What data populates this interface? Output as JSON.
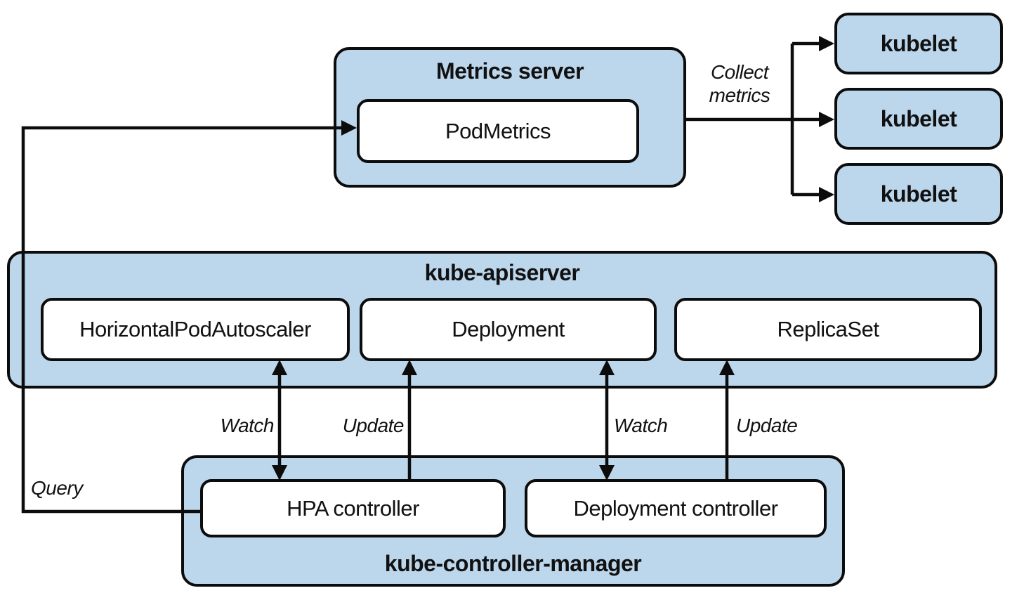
{
  "colors": {
    "box_fill": "#bcd6ec",
    "node_fill": "#ffffff",
    "border": "#0c0c0c",
    "text": "#111111",
    "background": "#ffffff"
  },
  "metrics_server": {
    "title": "Metrics server",
    "node": "PodMetrics"
  },
  "kubelets": [
    "kubelet",
    "kubelet",
    "kubelet"
  ],
  "kube_apiserver": {
    "title": "kube-apiserver",
    "resources": [
      "HorizontalPodAutoscaler",
      "Deployment",
      "ReplicaSet"
    ]
  },
  "kube_controller_manager": {
    "title": "kube-controller-manager",
    "controllers": [
      "HPA controller",
      "Deployment controller"
    ]
  },
  "edges": {
    "query": "Query",
    "collect_metrics": "Collect metrics",
    "watch_hpa": "Watch",
    "update_deployment": "Update",
    "watch_deployment": "Watch",
    "update_replicaset": "Update"
  }
}
